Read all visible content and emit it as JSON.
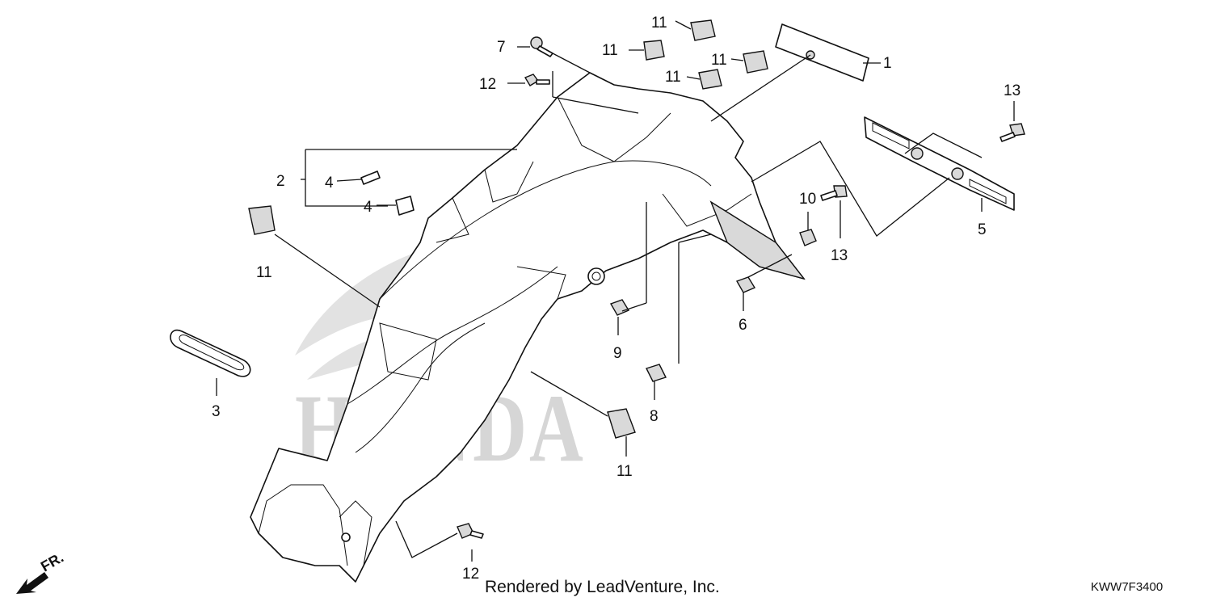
{
  "callouts": [
    {
      "id": "c1",
      "label": "1"
    },
    {
      "id": "c2",
      "label": "2"
    },
    {
      "id": "c3",
      "label": "3"
    },
    {
      "id": "c4a",
      "label": "4"
    },
    {
      "id": "c4b",
      "label": "4"
    },
    {
      "id": "c5",
      "label": "5"
    },
    {
      "id": "c6",
      "label": "6"
    },
    {
      "id": "c7",
      "label": "7"
    },
    {
      "id": "c8",
      "label": "8"
    },
    {
      "id": "c9",
      "label": "9"
    },
    {
      "id": "c10",
      "label": "10"
    },
    {
      "id": "c11a",
      "label": "11"
    },
    {
      "id": "c11b",
      "label": "11"
    },
    {
      "id": "c11c",
      "label": "11"
    },
    {
      "id": "c11d",
      "label": "11"
    },
    {
      "id": "c11e",
      "label": "11"
    },
    {
      "id": "c11f",
      "label": "11"
    },
    {
      "id": "c12a",
      "label": "12"
    },
    {
      "id": "c12b",
      "label": "12"
    },
    {
      "id": "c13a",
      "label": "13"
    },
    {
      "id": "c13b",
      "label": "13"
    }
  ],
  "watermark": {
    "text": "HONDA"
  },
  "direction": {
    "label": "FR."
  },
  "footer": {
    "credit": "Rendered by LeadVenture, Inc.",
    "diagram_code": "KWW7F3400"
  }
}
